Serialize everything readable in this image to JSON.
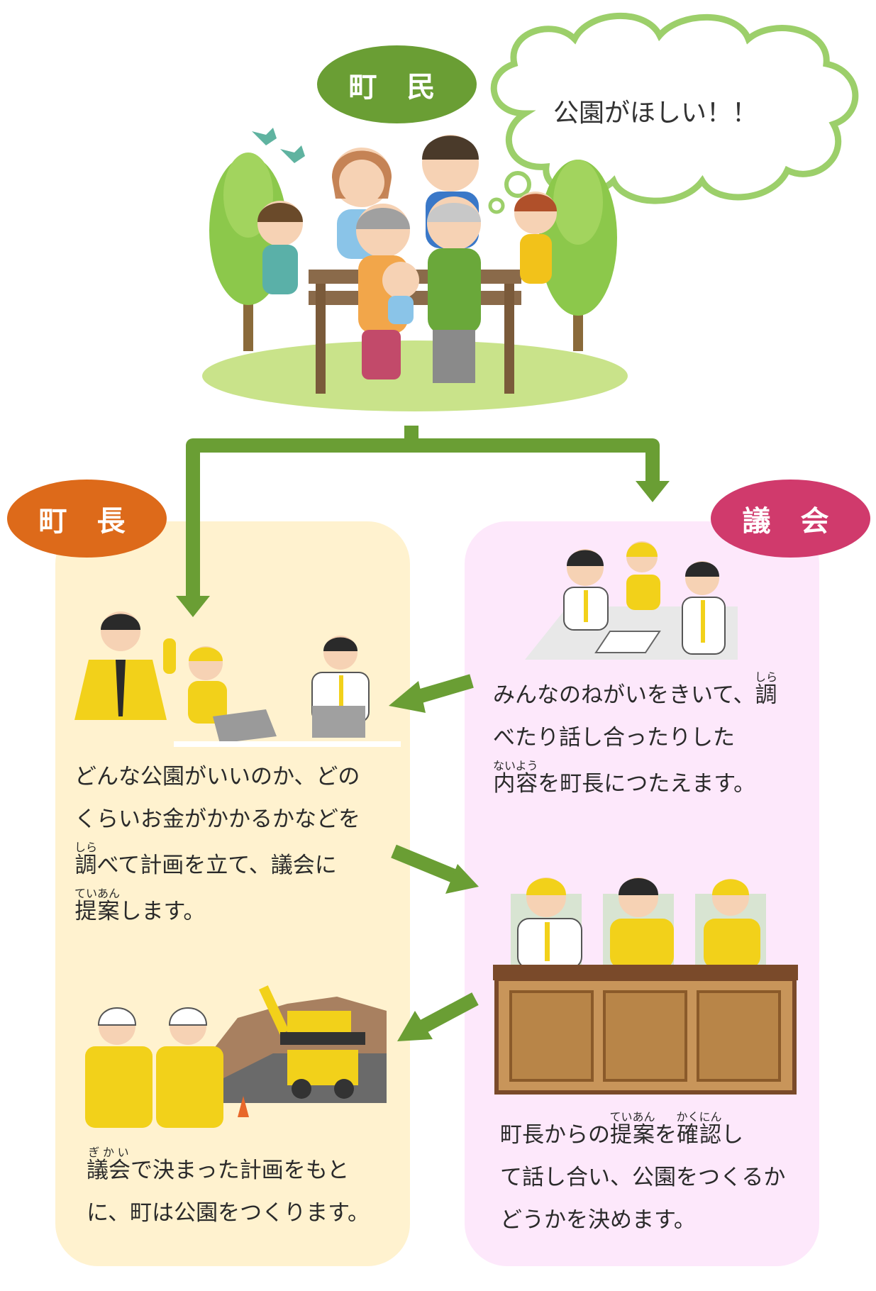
{
  "labels": {
    "townspeople": "町 民",
    "mayor": "町 長",
    "council": "議 会"
  },
  "speech": {
    "text": "公園がほしい！！"
  },
  "colors": {
    "green": "#6a9e34",
    "orange": "#dd6a1a",
    "pink": "#d03a6c",
    "mayor_panel": "#fff2cf",
    "council_panel": "#fde8fb",
    "arrow": "#6a9e34",
    "suit_yellow": "#f2d11a"
  },
  "council_text_1": {
    "line1": "みんなのねがいをきいて、",
    "line1_kanji": "調",
    "line1_ruby": "しら",
    "line2": "べたり話し合ったりした",
    "line3_kanji": "内容",
    "line3_ruby": "ないよう",
    "line3_rest": "を町長につたえます。"
  },
  "mayor_text_1": {
    "line1": "どんな公園がいいのか、どの",
    "line2": "くらいお金がかかるかなどを",
    "line3_kanji": "調",
    "line3_ruby": "しら",
    "line3_rest": "べて計画を立て、議会に",
    "line4_kanji": "提案",
    "line4_ruby": "ていあん",
    "line4_rest": "します。"
  },
  "council_text_2": {
    "line1_pre": "町長からの",
    "line1_kanji_a": "提案",
    "line1_ruby_a": "ていあん",
    "line1_mid": "を",
    "line1_kanji_b": "確認",
    "line1_ruby_b": "かくにん",
    "line1_post": "し",
    "line2": "て話し合い、公園をつくるか",
    "line3": "どうかを決めます。"
  },
  "mayor_text_2": {
    "line1_kanji": "議会",
    "line1_ruby": "ぎかい",
    "line1_rest": "で決まった計画をもと",
    "line2": "に、町は公園をつくります。"
  }
}
